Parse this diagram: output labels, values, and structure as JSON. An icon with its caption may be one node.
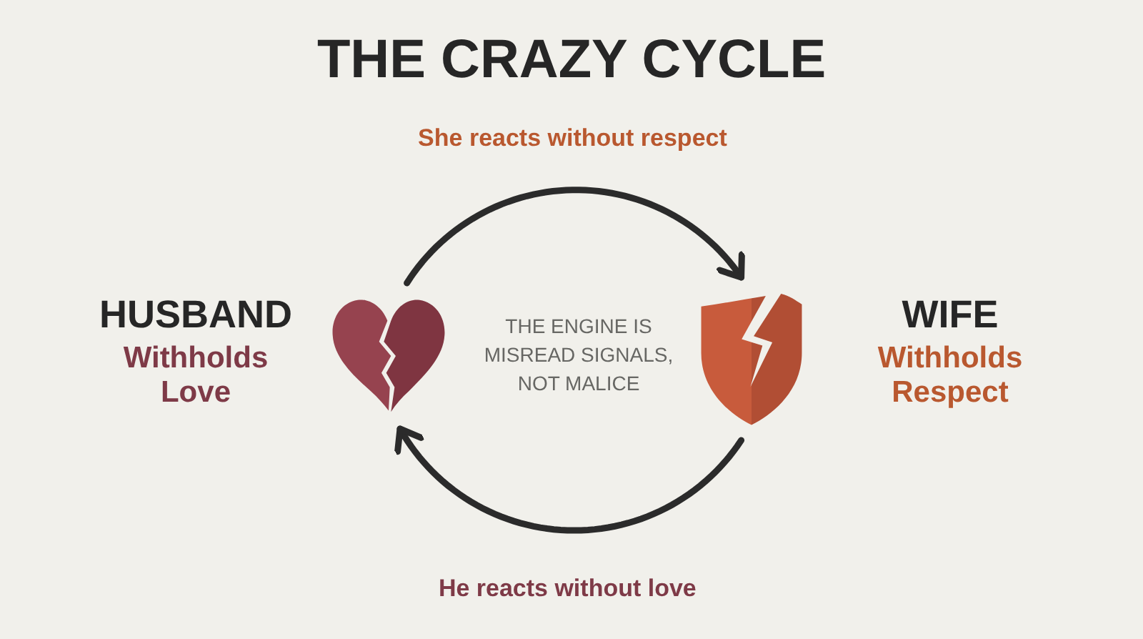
{
  "diagram": {
    "title": "THE CRAZY CYCLE",
    "nodes": [
      {
        "text": [],
        "shape": "heart",
        "beside": [
          "HUSBAND",
          "Withholds Love"
        ]
      },
      {
        "text": [],
        "shape": "shield",
        "beside": [
          "WIFE",
          "Withholds Respect"
        ]
      }
    ],
    "edges": [
      {
        "from": 0,
        "to": 1,
        "arrow": "to",
        "label": "She reacts without respect"
      },
      {
        "from": 1,
        "to": 0,
        "arrow": "to",
        "label": "He reacts without love"
      }
    ],
    "labels": [
      "THE ENGINE IS MISREAD SIGNALS, NOT MALICE"
    ]
  }
}
